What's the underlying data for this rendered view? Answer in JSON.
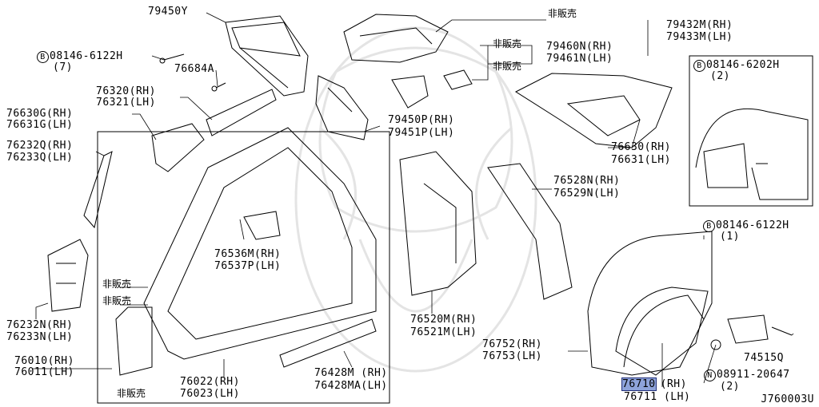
{
  "diagram_code": "J760003U",
  "not_for_sale_label": "非販売",
  "highlight_color": "#8ea3da",
  "labels": {
    "p79450Y": "79450Y",
    "p08146_6122H_a": "08146-6122H",
    "p08146_6122H_a_qty": "(7)",
    "p76684A": "76684A",
    "p76320": "76320(RH)",
    "p76321": "76321(LH)",
    "p76630G": "76630G(RH)",
    "p76631G": "76631G(LH)",
    "p76232Q": "76232Q(RH)",
    "p76233Q": "76233Q(LH)",
    "p76232N": "76232N(RH)",
    "p76233N": "76233N(LH)",
    "p76010": "76010(RH)",
    "p76011": "76011(LH)",
    "p76536M": "76536M(RH)",
    "p76537P": "76537P(LH)",
    "p76022": "76022(RH)",
    "p76023": "76023(LH)",
    "p76428M": "76428M (RH)",
    "p76428MA": "76428MA(LH)",
    "p79450P": "79450P(RH)",
    "p79451P": "79451P(LH)",
    "p76520M": "76520M(RH)",
    "p76521M": "76521M(LH)",
    "p76528N": "76528N(RH)",
    "p76529N": "76529N(LH)",
    "p76752": "76752(RH)",
    "p76753": "76753(LH)",
    "p79432M": "79432M(RH)",
    "p79433M": "79433M(LH)",
    "p79460N": "79460N(RH)",
    "p79461N": "79461N(LH)",
    "p76630": "76630(RH)",
    "p76631": "76631(LH)",
    "p08146_6202H": "08146-6202H",
    "p08146_6202H_qty": "(2)",
    "p08146_6122H_b": "08146-6122H",
    "p08146_6122H_b_qty": "(1)",
    "p74515Q": "74515Q",
    "p08911_20647": "08911-20647",
    "p08911_20647_qty": "(2)",
    "p76710_code": "76710",
    "p76710_side": "(RH)",
    "p76711": "76711 (LH)"
  },
  "bolt_marker": "B",
  "nut_marker": "N"
}
